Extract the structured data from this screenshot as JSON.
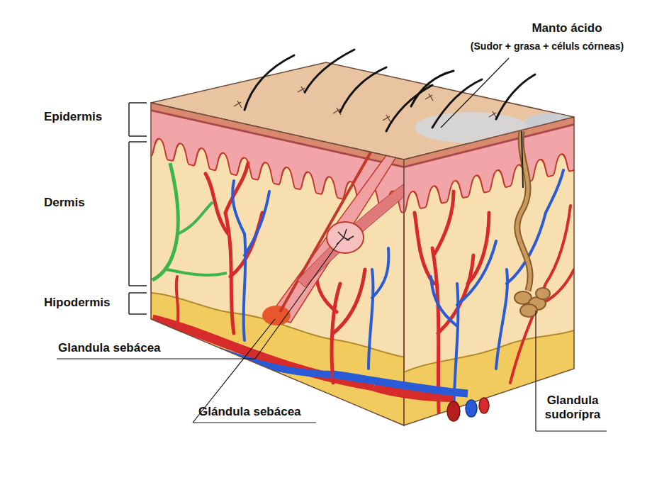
{
  "diagram": {
    "labels": [
      "Manto ácido",
      "(Sudor + grasa + céluls córneas)",
      "Epidermis",
      "Dermis",
      "Hipodermis",
      "Glandula sebácea",
      "Glándula sebácea",
      "Glandula sudorípra"
    ]
  }
}
